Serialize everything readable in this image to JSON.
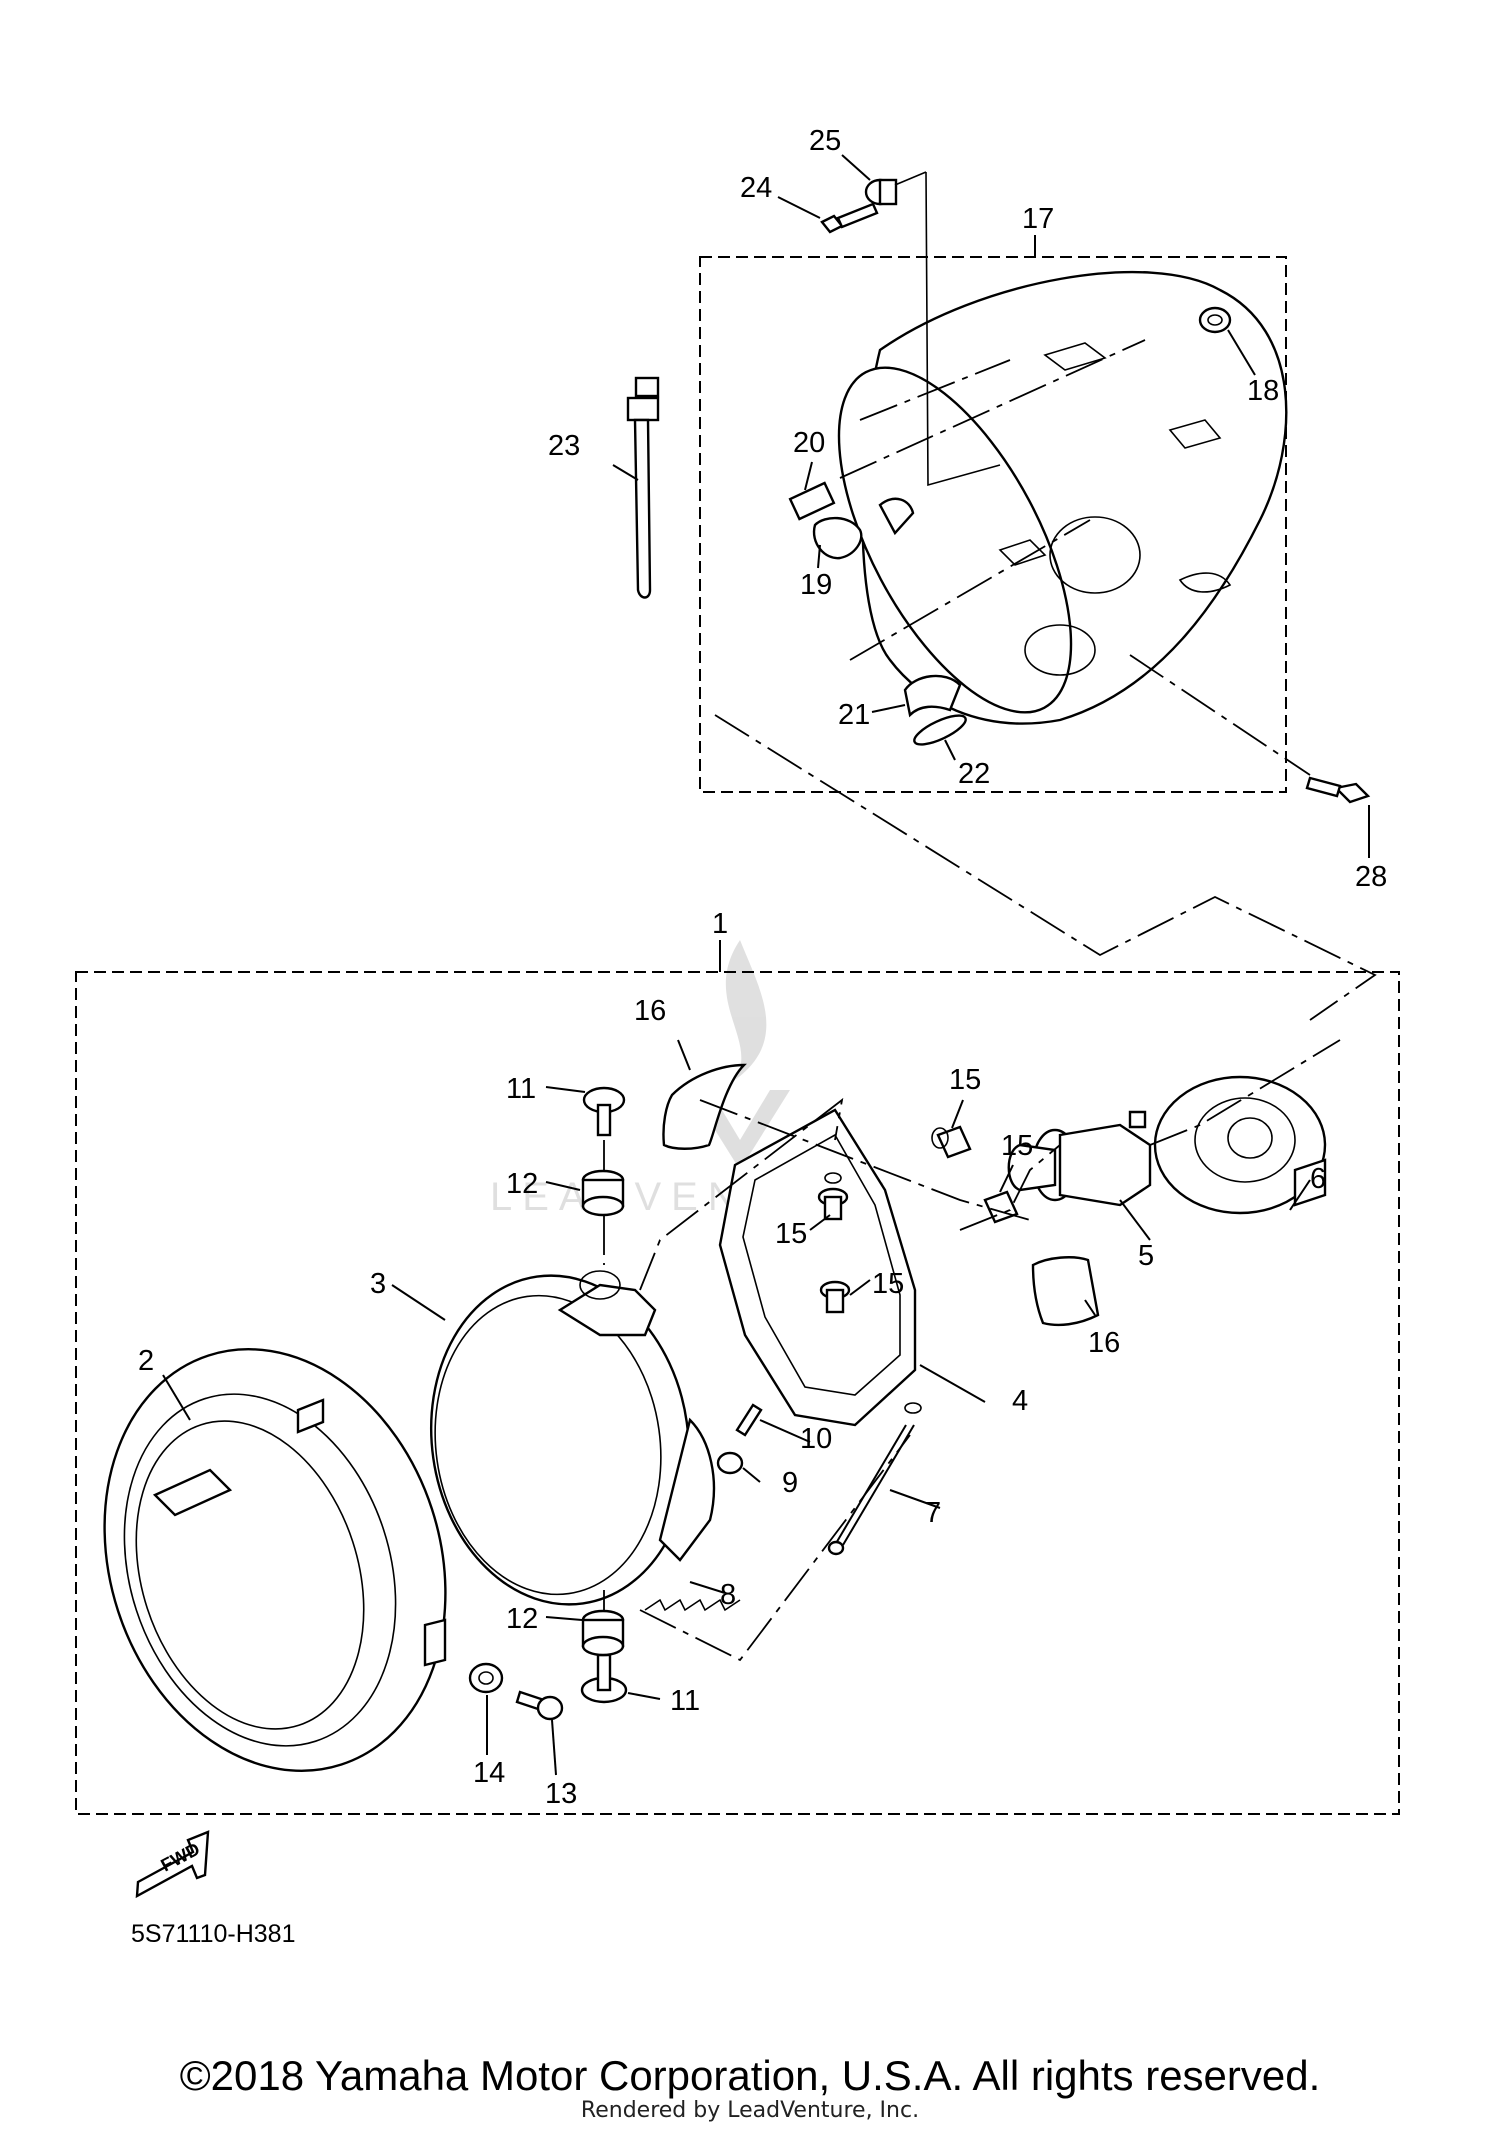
{
  "diagram_code": "5S71110-H381",
  "fwd_label": "FWD",
  "copyright": "©2018 Yamaha Motor Corporation, U.S.A. All rights reserved.",
  "rendered_by": "Rendered by LeadVenture, Inc.",
  "watermark": "LEADVENTURE",
  "callouts": {
    "c1": "1",
    "c2": "2",
    "c3": "3",
    "c4": "4",
    "c5": "5",
    "c6": "6",
    "c7": "7",
    "c8": "8",
    "c9": "9",
    "c10": "10",
    "c11a": "11",
    "c11b": "11",
    "c12a": "12",
    "c12b": "12",
    "c13": "13",
    "c14": "14",
    "c15a": "15",
    "c15b": "15",
    "c15c": "15",
    "c15d": "15",
    "c16a": "16",
    "c16b": "16",
    "c17": "17",
    "c18": "18",
    "c19": "19",
    "c20": "20",
    "c21": "21",
    "c22": "22",
    "c23": "23",
    "c24": "24",
    "c25": "25",
    "c28": "28"
  }
}
